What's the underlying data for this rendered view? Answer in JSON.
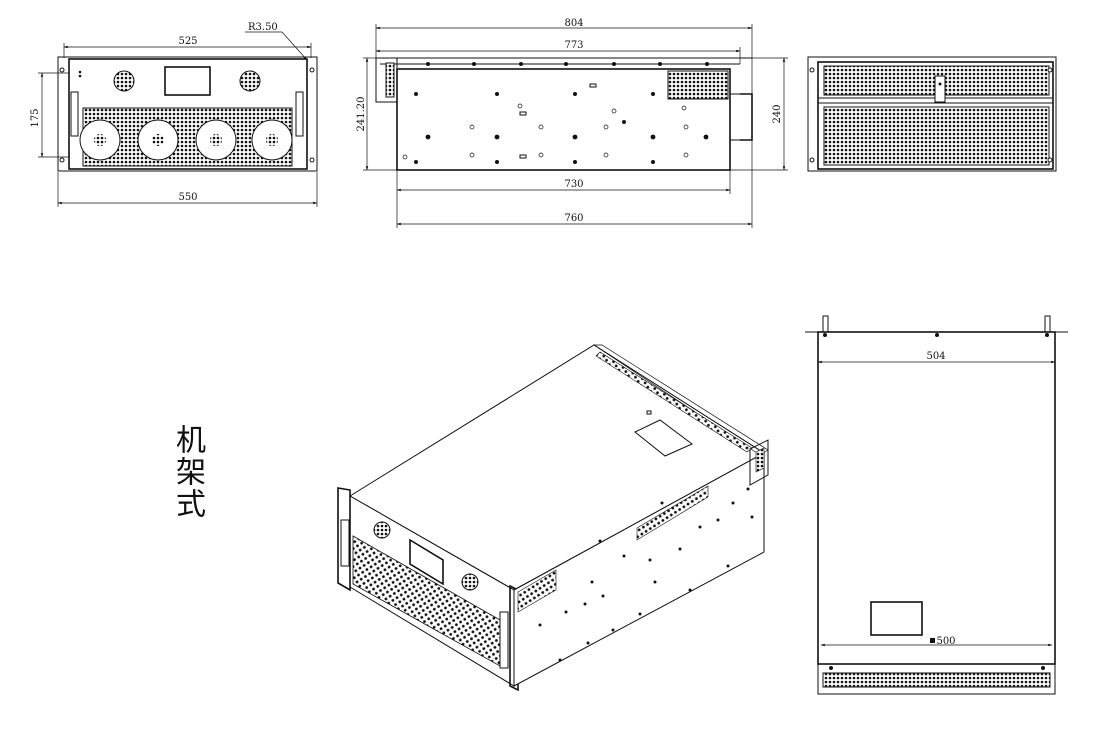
{
  "side_label": "机架式",
  "front_view": {
    "width_inner": "525",
    "width_outer": "550",
    "height": "175",
    "radius": "R3.50"
  },
  "side_view": {
    "length_total": "804",
    "length_body": "773",
    "length_chassis": "730",
    "length_with_handle": "760",
    "height_left": "241.20",
    "height_right": "240"
  },
  "top_view": {
    "width_top": "504",
    "width_bottom": "500"
  },
  "colors": {
    "line": "#111111",
    "background": "#ffffff"
  }
}
